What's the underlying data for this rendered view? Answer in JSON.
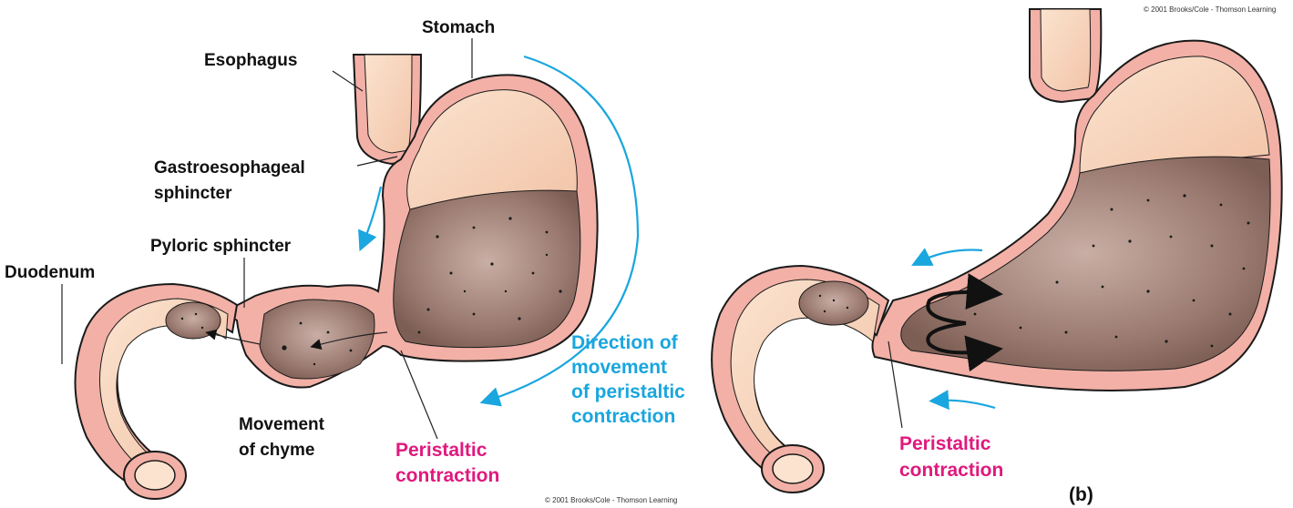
{
  "labels": {
    "stomach": "Stomach",
    "esophagus": "Esophagus",
    "gastro_line1": "Gastroesophageal",
    "gastro_line2": "sphincter",
    "pyloric": "Pyloric sphincter",
    "duodenum": "Duodenum",
    "chyme_line1": "Movement",
    "chyme_line2": "of chyme",
    "peristaltic_a_line1": "Peristaltic",
    "peristaltic_a_line2": "contraction",
    "direction_line1": "Direction of",
    "direction_line2": "movement",
    "direction_line3": "of peristaltic",
    "direction_line4": "contraction",
    "peristaltic_b_line1": "Peristaltic",
    "peristaltic_b_line2": "contraction",
    "panel_b": "(b)"
  },
  "copyright": {
    "bottom": "© 2001 Brooks/Cole - Thomson Learning",
    "top": "© 2001 Brooks/Cole - Thomson Learning"
  },
  "colors": {
    "wall_pink": "#f2b0a6",
    "lumen_light": "#f9d8c2",
    "chyme": "#9a7a70",
    "outline": "#1a1a1a",
    "arrow_cyan": "#1aa6de",
    "label_magenta": "#e0197d"
  }
}
